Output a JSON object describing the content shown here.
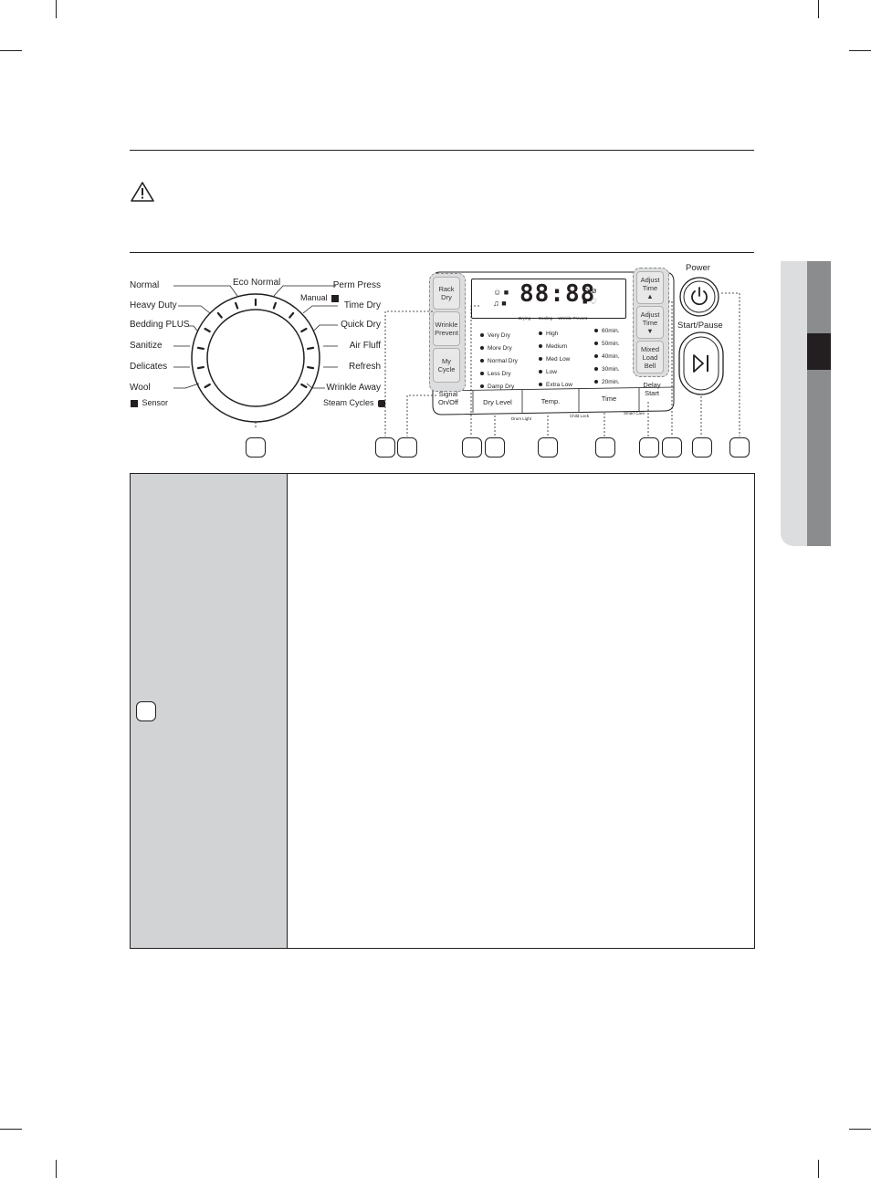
{
  "dial": {
    "left_labels": [
      "Normal",
      "Heavy Duty",
      "Bedding PLUS",
      "Sanitize",
      "Delicates",
      "Wool"
    ],
    "top_label": "Eco Normal",
    "right_labels": [
      "Perm Press",
      "Time Dry",
      "Quick Dry",
      "Air Fluff",
      "Refresh",
      "Wrinkle Away"
    ],
    "manual_label": "Manual",
    "sensor_label": "Sensor",
    "steam_label": "Steam Cycles"
  },
  "left_buttons": [
    "Rack\nDry",
    "Wrinkle\nPrevent",
    "My\nCycle"
  ],
  "signal_label": "Signal\nOn/Off",
  "display": {
    "digits": "88:88",
    "icon_labels": [
      "Drying",
      "Cooling",
      "Wrinkle Prevent"
    ]
  },
  "dry_level": {
    "label": "Dry Level",
    "options": [
      "Very Dry",
      "More Dry",
      "Normal Dry",
      "Less Dry",
      "Damp Dry"
    ]
  },
  "temp": {
    "label": "Temp.",
    "options": [
      "High",
      "Medium",
      "Med Low",
      "Low",
      "Extra Low"
    ]
  },
  "time": {
    "label": "Time",
    "options": [
      "60min.",
      "50min.",
      "40min.",
      "30min.",
      "20min."
    ]
  },
  "hold_labels": [
    "Drum Light",
    "Child Lock",
    "Smart Care"
  ],
  "right_buttons": [
    "Adjust\nTime\n▲",
    "Adjust\nTime\n▼",
    "Mixed\nLoad\nBell"
  ],
  "delay_label": "Delay\nStart",
  "power_label": "Power",
  "start_label": "Start/Pause",
  "colors": {
    "tab_dark": "#8a8c8e",
    "tab_light": "#dcddde",
    "tab_black": "#231f20",
    "table_left": "#d1d3d4"
  }
}
